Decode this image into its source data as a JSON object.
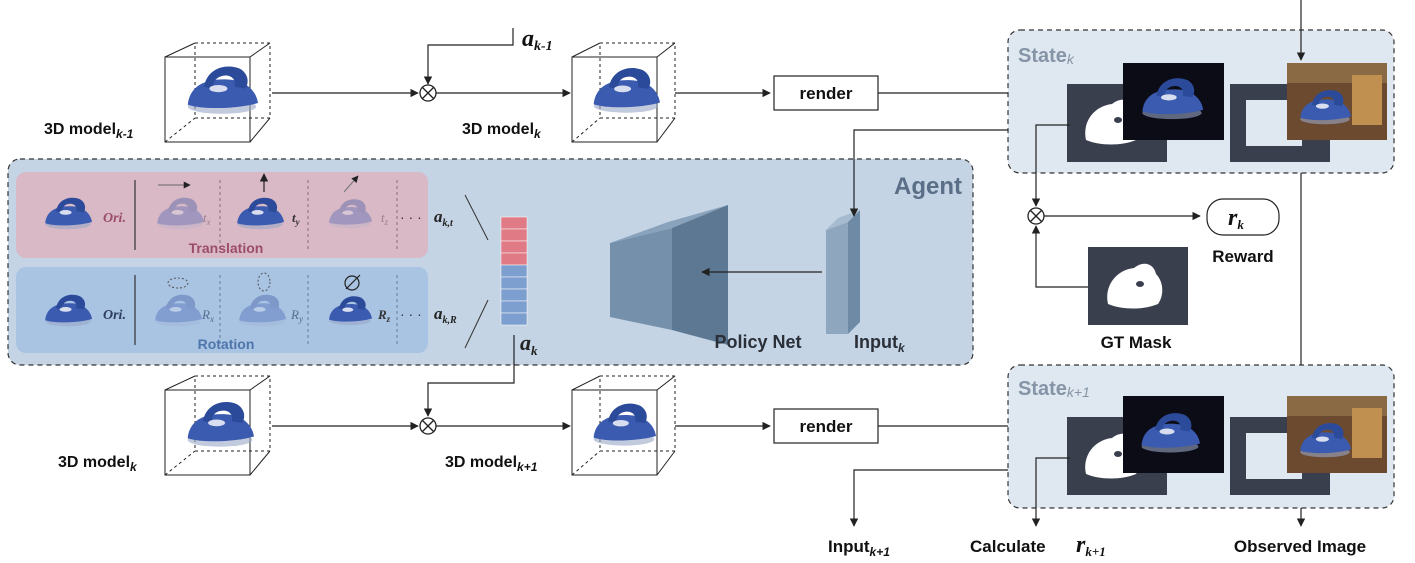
{
  "labels": {
    "a_prev": "a",
    "a_prev_sub": "k-1",
    "model_prev": "3D model",
    "model_prev_sub": "k-1",
    "model_k_top": "3D model",
    "model_k_top_sub": "k",
    "render_top": "render",
    "render_bottom": "render",
    "state_k": "State",
    "state_k_sub": "k",
    "state_k1": "State",
    "state_k1_sub": "k+1",
    "agent": "Agent",
    "translation": "Translation",
    "rotation": "Rotation",
    "ori": "Ori.",
    "tx": "t",
    "tx_sub": "x",
    "ty": "t",
    "ty_sub": "y",
    "tz": "t",
    "tz_sub": "z",
    "rx": "R",
    "rx_sub": "x",
    "ry": "R",
    "ry_sub": "y",
    "rz": "R",
    "rz_sub": "z",
    "dots": "· · ·",
    "akt": "a",
    "akt_sub": "k,t",
    "akr": "a",
    "akr_sub": "k,R",
    "ak": "a",
    "ak_sub": "k",
    "policy_net": "Policy Net",
    "input_k": "Input",
    "input_k_sub": "k",
    "reward_r": "r",
    "reward_r_sub": "k",
    "reward": "Reward",
    "gt_mask": "GT Mask",
    "model_k_bottom": "3D model",
    "model_k_bottom_sub": "k",
    "model_k1": "3D model",
    "model_k1_sub": "k+1",
    "input_k1": "Input",
    "input_k1_sub": "k+1",
    "calculate": "Calculate",
    "calc_r": "r",
    "calc_r_sub": "k+1",
    "observed_image": "Observed Image"
  },
  "colors": {
    "agent_bg": "#c4d4e4",
    "state_bg": "#dfe7f0",
    "translation_bg": "#d9b9c6",
    "translation_text": "#9b4d67",
    "rotation_bg": "#a9c3e3",
    "rotation_text": "#4e76aa",
    "iron_blue": "#3b5bb0",
    "net_front": "#7590ab",
    "net_side": "#5c7893",
    "action_red": "#e07a84",
    "action_blue": "#7d9fcf"
  }
}
